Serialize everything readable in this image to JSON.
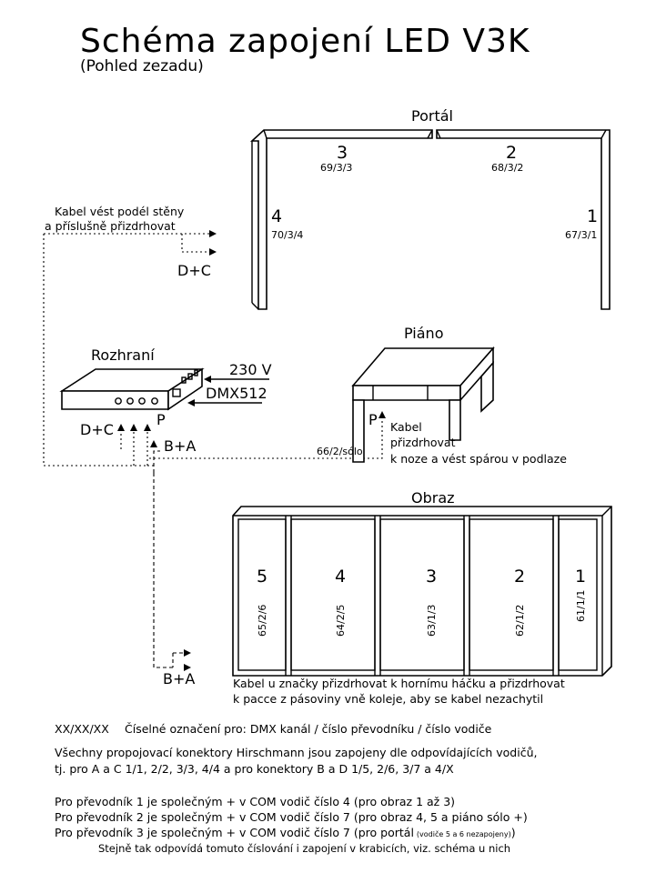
{
  "title": "Schéma zapojení LED V3K",
  "subtitle": "(Pohled zezadu)",
  "portal": {
    "label": "Portál",
    "segments": [
      {
        "num": "3",
        "code": "69/3/3"
      },
      {
        "num": "2",
        "code": "68/3/2"
      },
      {
        "num": "4",
        "code": "70/3/4"
      },
      {
        "num": "1",
        "code": "67/3/1"
      }
    ]
  },
  "cable_note": {
    "line1": "Kabel vést podél stěny",
    "line2": "a příslušně přizdrhovat",
    "connector": "D+C"
  },
  "rozhrani": {
    "label": "Rozhraní",
    "power": "230 V",
    "dmx": "DMX512",
    "p": "P",
    "dc": "D+C",
    "ba": "B+A"
  },
  "piano": {
    "label": "Piáno",
    "p": "P",
    "code": "66/2/sólo",
    "note1": "Kabel",
    "note2": "přizdrhovat",
    "note3": "k noze a vést spárou v podlaze"
  },
  "obraz": {
    "label": "Obraz",
    "panels": [
      {
        "num": "5",
        "code": "65/2/6"
      },
      {
        "num": "4",
        "code": "64/2/5"
      },
      {
        "num": "3",
        "code": "63/1/3"
      },
      {
        "num": "2",
        "code": "62/1/2"
      },
      {
        "num": "1",
        "code": "61/1/1"
      }
    ],
    "ba": "B+A",
    "note1": "Kabel u značky přizdrhovat k hornímu háčku a přizdrhovat",
    "note2": "k pacce z pásoviny vně koleje, aby se kabel nezachytil"
  },
  "legend": {
    "key": "XX/XX/XX",
    "desc": "Číselné označení pro: DMX kanál / číslo převodníku / číslo vodiče",
    "p1": "Všechny propojovací konektory Hirschmann jsou zapojeny dle odpovídajících vodičů,",
    "p2": "tj. pro A a C 1/1, 2/2, 3/3, 4/4 a pro konektory B a D 1/5, 2/6, 3/7 a 4/X",
    "c1": "Pro převodník 1 je společným + v COM vodič číslo 4 (pro obraz 1 až 3)",
    "c2": "Pro převodník 2 je společným + v COM vodič číslo 7 (pro obraz 4, 5 a piáno sólo +)",
    "c3": "Pro převodník 3 je společným + v COM vodič číslo 7 (pro portál",
    "c3_small": "(vodiče 5 a 6 nezapojeny)",
    "c3_end": ")",
    "c4": "Stejně tak odpovídá tomuto číslování i zapojení v krabicích, viz. schéma u nich"
  }
}
